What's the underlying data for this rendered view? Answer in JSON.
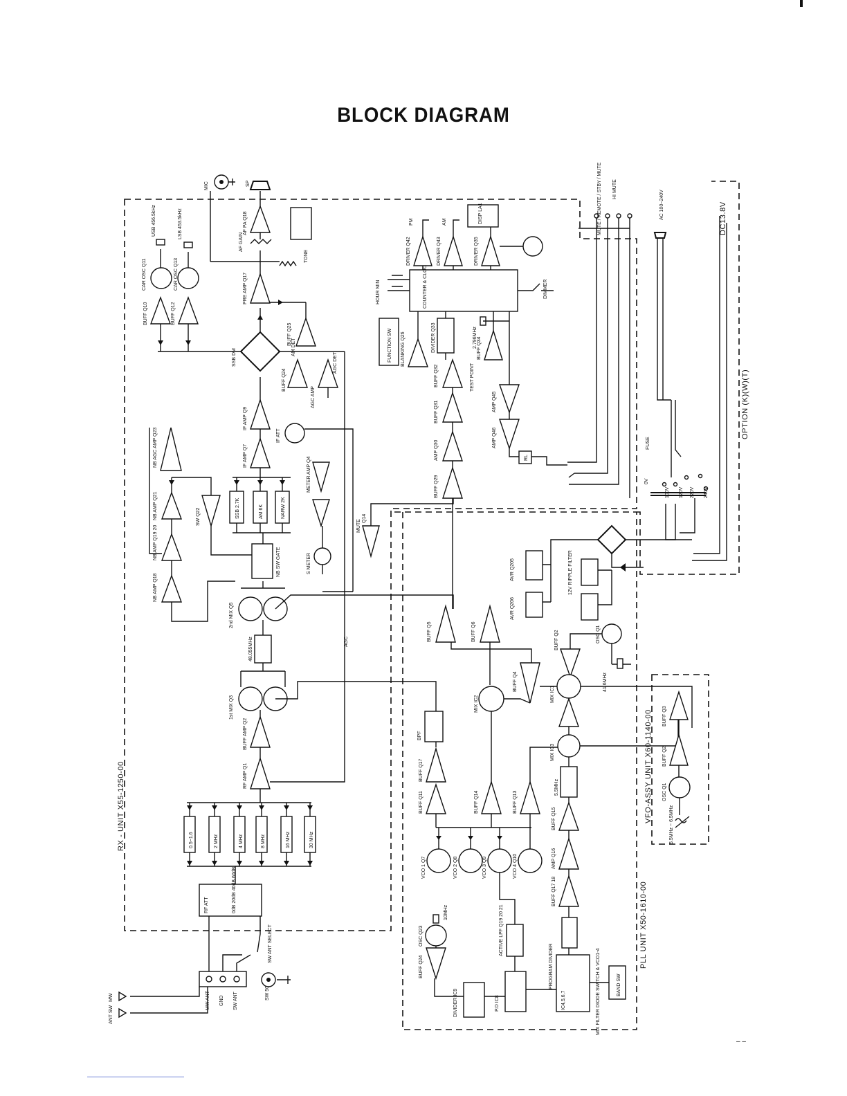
{
  "page": {
    "title": "BLOCK DIAGRAM",
    "page_number": "– –"
  },
  "units": {
    "rx": "RX - UNIT  X55-1250-00",
    "pll": "PLL UNIT  X50-1610-00",
    "vfo": "VFO-ASSY UNIT  X60-1140-00",
    "option": "OPTION (K)(W)(T)"
  },
  "blocks": {
    "if_amp_q9": "IF AMP Q9",
    "if_amp_q7": "IF AMP Q7",
    "if_att": "IF ATT",
    "ssb_det": "SSB DM",
    "am_det": "AM DET",
    "agc_amp": "AGC AMP",
    "agc_det": "AGC DET",
    "buff_q24": "BUFF Q24",
    "buff_q25": "BUFF Q25",
    "pre_amp": "PRE AMP Q17",
    "af_pa": "AF PA Q18",
    "af_gain": "AF GAIN",
    "tone": "TONE",
    "car_osc_q11": "CAR OSC Q11",
    "car_osc_q13": "CAR OSC Q13",
    "buff_q10": "BUFF Q10",
    "buff_q12": "BUFF Q12",
    "usb_xtal": "USB 456.5kHz",
    "lsb_xtal": "LSB 453.5kHz",
    "nb_agc_amp": "NB AGC AMP Q23",
    "nb_amp_q21": "NB AMP Q21",
    "nb_amp_q19": "NB AMP Q19 20",
    "nb_amp_q18": "NB AMP Q18",
    "sw_q22": "SW Q22",
    "nb_sw_gate": "NB SW GATE",
    "ssb_filter": "SSB 2.7K",
    "am_filter": "AM 6K",
    "narrow_filter": "NARW 2K",
    "mixer_2nd": "2nd MIX Q5",
    "mixer_1st": "1st MIX Q3",
    "xtal_48mhz": "48.055MHz",
    "buff_amp": "BUFF AMP Q2",
    "rf_amp": "RF AMP Q1",
    "rf_att": "RF ATT",
    "rf_att_levels": "0dB 20dB 40dB 60dB",
    "meter_amp": "METER AMP Q4",
    "s_meter": "S METER",
    "buff_q14": "Q14",
    "mute": "MUTE",
    "agc": "AGC",
    "driver_pm": "DRIVER Q42",
    "driver_am": "DRIVER Q43",
    "driver_q35": "DRIVER Q35",
    "disp": "DISP LA1",
    "clock_ic": "COUNTER & CLOCK LSI",
    "divider_q33": "DIVIDER Q33",
    "blanking": "BLANKING Q26",
    "function_sw": "FUNCTION SW",
    "buff_q32": "BUFF Q32",
    "buff_q31": "BUFF Q31",
    "buff_q34": "BUFF Q34",
    "amp_q30": "AMP Q30",
    "buff_q29": "BUFF Q29",
    "amp_q45": "AMP Q45",
    "amp_q46": "AMP Q46",
    "xtal_clock": "2.796MHz",
    "test_point": "TEST POINT",
    "hour_min": "HOUR MIN",
    "dimmer": "DIMMER",
    "pm": "PM",
    "am": "AM",
    "rl": "RL",
    "sw": "SW",
    "avr_q205": "AVR Q205",
    "avr_q206": "AVR Q206",
    "ripple_filter": "12V RIPPLE FILTER",
    "buff_q5": "BUFF Q5",
    "buff_q6": "BUFF Q6",
    "mix_ic2": "MIX IC2",
    "mix_ic1": "MIX IC1",
    "buff_q4": "BUFF Q4",
    "buff_q2": "BUFF Q2",
    "osc_q1": "OSC Q1",
    "xtal_41mhz": "41.6MHz",
    "bpf": "BPF",
    "buff_q17": "BUFF Q17",
    "buff_q11": "BUFF Q11",
    "buff_q14_pll": "BUFF Q14",
    "buff_q13": "BUFF Q13",
    "vco1": "VCO 1 Q7",
    "vco2": "VCO 2 Q8",
    "vco3": "VCO 3 Q9",
    "vco4": "VCO 4 Q10",
    "mix_ic3": "MIX IC3",
    "bpf_5mhz": "5.5MHz",
    "buff_q15": "BUFF Q15",
    "amp_q16": "AMP Q16",
    "buff_q17_18": "BUFF Q17 18",
    "osc_q23": "OSC Q23",
    "buff_q24_pll": "BUFF Q24",
    "xtal_10mhz": "10MHz",
    "divider_ic9": "DIVIDER IC9",
    "pd_ic8": "P.D IC8",
    "active_lpf": "ACTIVE LPF Q19 20 21",
    "prog_divider": "PROGRAM DIVIDER",
    "ic_list": "IC4,5,6,7",
    "band_sw": "BAND SW",
    "diode_switch": "MIX FILTER DIODE SWITCH & VCO1-4",
    "buff_q2_vfo": "BUFF Q2",
    "buff_q3_vfo": "BUFF Q3",
    "osc_q1_vfo": "OSC Q1",
    "vfo_range": "5.5MHz ~ 6.5MHz",
    "ant_sw": "ANT SW",
    "ant_mw": "MW",
    "sw_ant_select": "SW ANT SELECT",
    "mic": "MIC",
    "sp": "SP",
    "hi_mute": "HI MUTE",
    "ac_input": "AC 100~240V",
    "dc_input": "DC13.8V",
    "fuse": "FUSE",
    "volt_0": "0V",
    "volt_100": "100V",
    "volt_120": "120V",
    "volt_220": "220V",
    "volt_240": "240V",
    "rf_band_1": "0.5~1.6",
    "rf_band_2": "2 MHz",
    "rf_band_3": "4 MHz",
    "rf_band_4": "8 MHz",
    "rf_band_5": "16 MHz",
    "rf_band_6": "30 MHz",
    "rear_1": "MW ANT",
    "rear_2": "GND",
    "rear_3": "SW ANT",
    "rear_4": "SW 50",
    "mute_terms": "MUTE / REMOTE / STBY / MUTE"
  }
}
